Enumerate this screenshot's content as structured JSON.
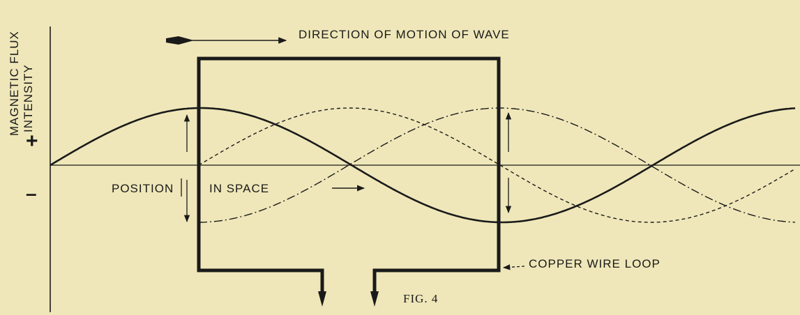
{
  "figure": {
    "title": "DIRECTION OF MOTION OF WAVE",
    "y_axis_label_line1": "MAGNETIC FLUX",
    "y_axis_label_line2": "INTENSITY",
    "plus_sign": "+",
    "minus_sign": "–",
    "position_label": "POSITION",
    "in_space_label": "IN  SPACE",
    "loop_label": "COPPER  WIRE  LOOP",
    "caption": "FIG. 4",
    "colors": {
      "background": "#efe7b9",
      "ink": "#1a1a1a"
    }
  }
}
